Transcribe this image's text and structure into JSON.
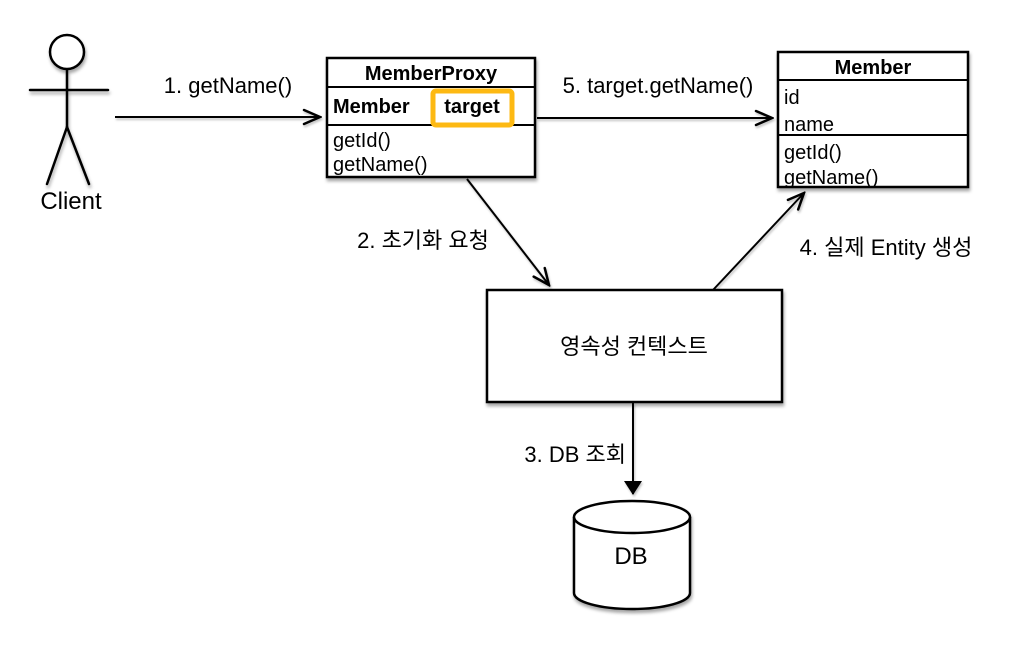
{
  "actor": {
    "label": "Client"
  },
  "proxy_class": {
    "title": "MemberProxy",
    "field_type": "Member",
    "field_name": "target",
    "methods": [
      "getId()",
      "getName()"
    ]
  },
  "member_class": {
    "title": "Member",
    "fields": [
      "id",
      "name"
    ],
    "methods": [
      "getId()",
      "getName()"
    ]
  },
  "persistence_context": {
    "label": "영속성 컨텍스트"
  },
  "database": {
    "label": "DB"
  },
  "arrows": {
    "step1": "1. getName()",
    "step2": "2. 초기화 요청",
    "step3": "3. DB 조회",
    "step4": "4. 실제 Entity 생성",
    "step5": "5. target.getName()"
  },
  "colors": {
    "highlight": "#FDB913",
    "stroke": "#000000",
    "background": "#FFFFFF"
  }
}
